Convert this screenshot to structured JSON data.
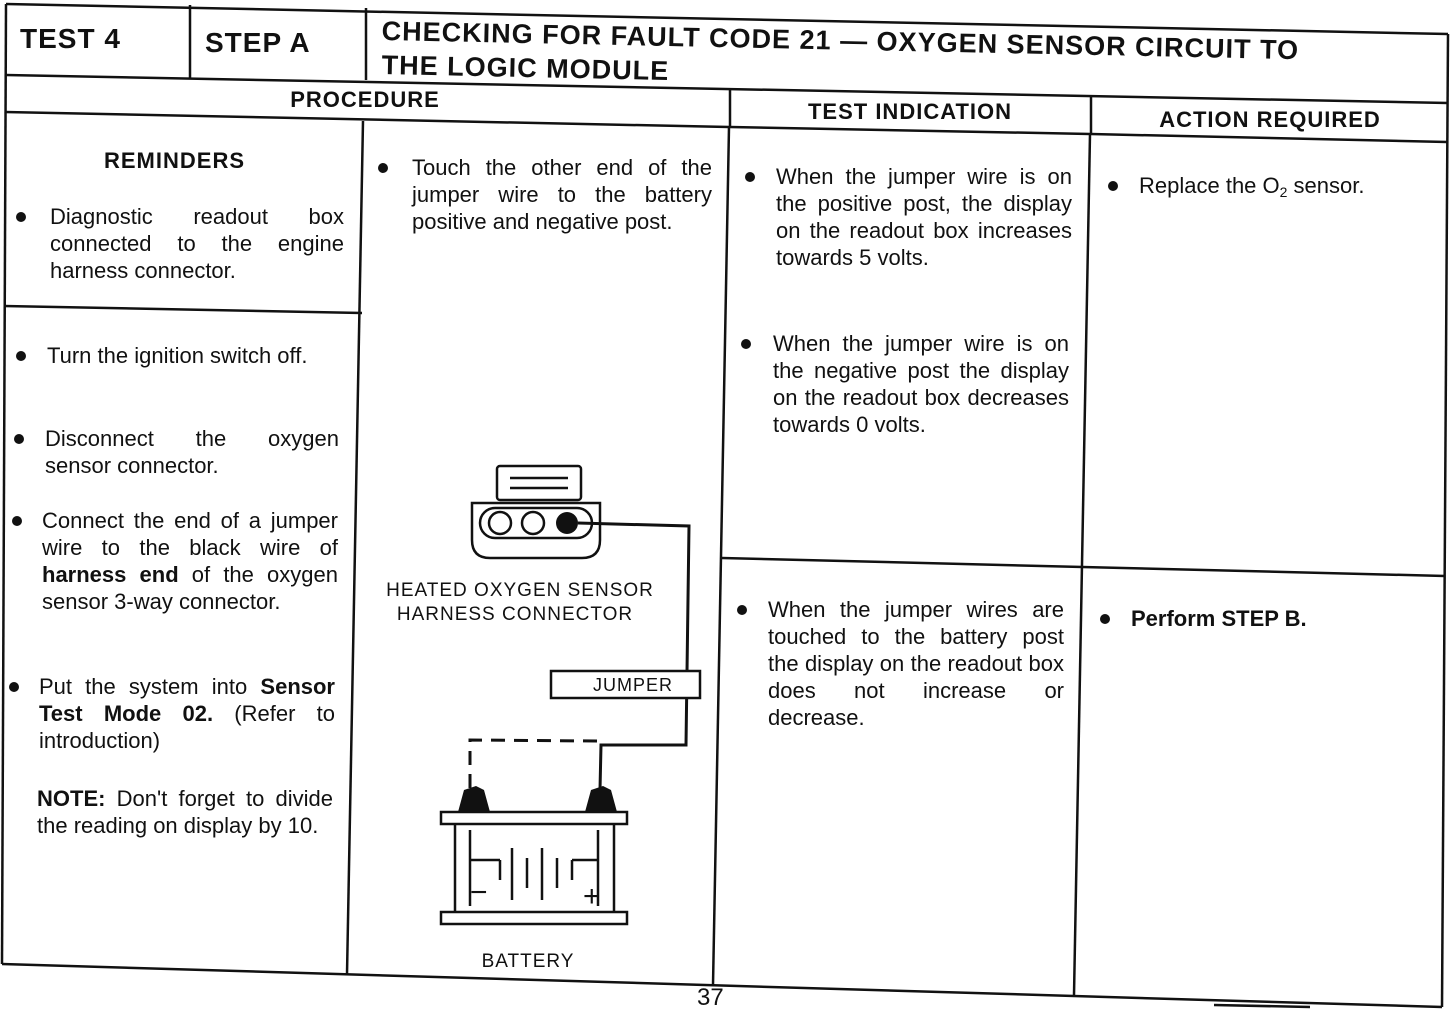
{
  "header": {
    "test": "TEST 4",
    "step": "STEP A",
    "title_line1": "CHECKING FOR FAULT CODE 21 — OXYGEN SENSOR CIRCUIT TO",
    "title_line2": "THE LOGIC MODULE"
  },
  "columns": {
    "procedure": "PROCEDURE",
    "test_indication": "TEST INDICATION",
    "action_required": "ACTION REQUIRED"
  },
  "reminders": {
    "title": "REMINDERS",
    "item1": "Diagnostic readout box connected to the engine harness connector."
  },
  "steps": {
    "s1": "Turn the ignition switch off.",
    "s2": "Disconnect the oxygen sensor connector.",
    "s3_pre": "Connect the end of a jumper wire to the black wire of ",
    "s3_bold": "harness end",
    "s3_post": " of the oxygen sensor 3-way connector.",
    "s4_pre": "Put the system into ",
    "s4_bold": "Sensor Test Mode 02.",
    "s4_post": " (Refer to introduction)",
    "note_bold": "NOTE:",
    "note_text": " Don't forget to divide the reading on display by 10."
  },
  "middle": {
    "step": "Touch the other end of the jumper wire to the battery positive and negative post."
  },
  "diagram": {
    "connector_label_line1": "HEATED OXYGEN SENSOR",
    "connector_label_line2": "HARNESS CONNECTOR",
    "jumper_label": "JUMPER",
    "battery_label": "BATTERY",
    "minus": "−",
    "plus": "+"
  },
  "indications": {
    "i1": "When the jumper wire is on the positive post, the display on the readout box increases towards 5 volts.",
    "i2": "When the jumper wire is on the negative post the display on the readout box decreases towards 0 volts.",
    "i3": "When the jumper wires are touched to the battery post the display on the readout box does not increase or decrease."
  },
  "actions": {
    "a1_pre": "Replace the O",
    "a1_sub": "2",
    "a1_post": " sensor.",
    "a2": "Perform STEP B."
  },
  "footer": {
    "page_number": "37"
  }
}
